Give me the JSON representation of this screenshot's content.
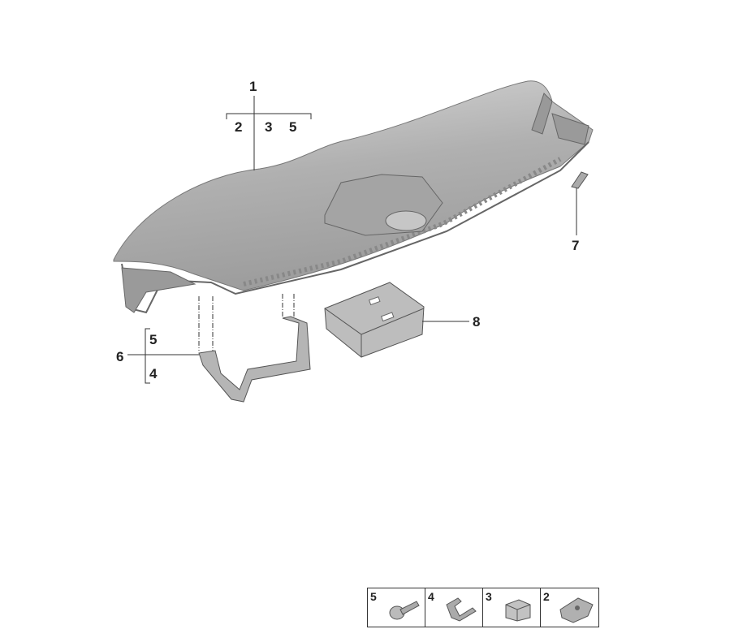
{
  "callouts": {
    "main": "1",
    "main_sub": [
      "2",
      "3",
      "5"
    ],
    "cover": "7",
    "bracket_box": "8",
    "support": "6",
    "support_sub": [
      "5",
      "4"
    ]
  },
  "legend": [
    {
      "number": "5",
      "part": "screw-icon"
    },
    {
      "number": "4",
      "part": "clip-icon"
    },
    {
      "number": "3",
      "part": "clip-nut-icon"
    },
    {
      "number": "2",
      "part": "speed-nut-icon"
    }
  ],
  "colors": {
    "part_fill": "#b9b9b9",
    "line": "#333333"
  }
}
